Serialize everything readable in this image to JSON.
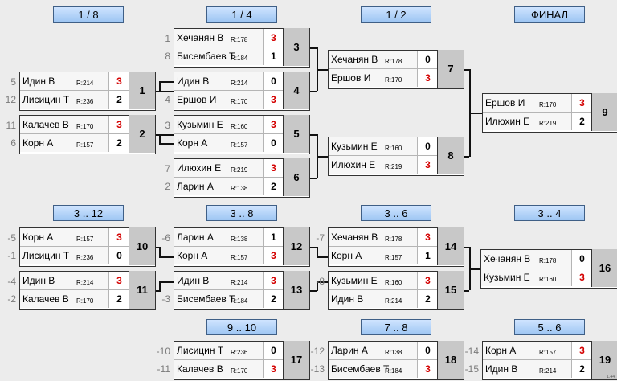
{
  "headers": [
    "1 / 8",
    "1 / 4",
    "1 / 2",
    "ФИНАЛ",
    "3 .. 12",
    "3 .. 8",
    "3 .. 6",
    "3 .. 4",
    "9 .. 10",
    "7 .. 8",
    "5 .. 6"
  ],
  "matches": [
    {
      "num": "1",
      "p1": {
        "seed": "5",
        "name": "Идин В",
        "rating": "R:214",
        "score": "3",
        "win": true
      },
      "p2": {
        "seed": "12",
        "name": "Лисицин Т",
        "rating": "R:236",
        "score": "2",
        "win": false
      }
    },
    {
      "num": "2",
      "p1": {
        "seed": "11",
        "name": "Калачев  В",
        "rating": "R:170",
        "score": "3",
        "win": true
      },
      "p2": {
        "seed": "6",
        "name": "Корн А",
        "rating": "R:157",
        "score": "2",
        "win": false
      }
    },
    {
      "num": "3",
      "p1": {
        "seed": "1",
        "name": "Хечанян В",
        "rating": "R:178",
        "score": "3",
        "win": true
      },
      "p2": {
        "seed": "8",
        "name": "Бисембаев Т",
        "rating": "R:184",
        "score": "1",
        "win": false
      }
    },
    {
      "num": "4",
      "p1": {
        "seed": "",
        "name": "Идин В",
        "rating": "R:214",
        "score": "0",
        "win": false
      },
      "p2": {
        "seed": "4",
        "name": "Ершов И",
        "rating": "R:170",
        "score": "3",
        "win": true
      }
    },
    {
      "num": "5",
      "p1": {
        "seed": "3",
        "name": "Кузьмин Е",
        "rating": "R:160",
        "score": "3",
        "win": true
      },
      "p2": {
        "seed": "",
        "name": "Корн А",
        "rating": "R:157",
        "score": "0",
        "win": false
      }
    },
    {
      "num": "6",
      "p1": {
        "seed": "7",
        "name": "Илюхин Е",
        "rating": "R:219",
        "score": "3",
        "win": true
      },
      "p2": {
        "seed": "2",
        "name": "Ларин А",
        "rating": "R:138",
        "score": "2",
        "win": false
      }
    },
    {
      "num": "7",
      "p1": {
        "seed": "",
        "name": "Хечанян В",
        "rating": "R:178",
        "score": "0",
        "win": false
      },
      "p2": {
        "seed": "",
        "name": "Ершов И",
        "rating": "R:170",
        "score": "3",
        "win": true
      }
    },
    {
      "num": "8",
      "p1": {
        "seed": "",
        "name": "Кузьмин Е",
        "rating": "R:160",
        "score": "0",
        "win": false
      },
      "p2": {
        "seed": "",
        "name": "Илюхин Е",
        "rating": "R:219",
        "score": "3",
        "win": true
      }
    },
    {
      "num": "9",
      "p1": {
        "seed": "",
        "name": "Ершов И",
        "rating": "R:170",
        "score": "3",
        "win": true
      },
      "p2": {
        "seed": "",
        "name": "Илюхин Е",
        "rating": "R:219",
        "score": "2",
        "win": false
      }
    },
    {
      "num": "10",
      "p1": {
        "seed": "-5",
        "name": "Корн А",
        "rating": "R:157",
        "score": "3",
        "win": true
      },
      "p2": {
        "seed": "-1",
        "name": "Лисицин Т",
        "rating": "R:236",
        "score": "0",
        "win": false
      }
    },
    {
      "num": "11",
      "p1": {
        "seed": "-4",
        "name": "Идин В",
        "rating": "R:214",
        "score": "3",
        "win": true
      },
      "p2": {
        "seed": "-2",
        "name": "Калачев  В",
        "rating": "R:170",
        "score": "2",
        "win": false
      }
    },
    {
      "num": "12",
      "p1": {
        "seed": "-6",
        "name": "Ларин А",
        "rating": "R:138",
        "score": "1",
        "win": false
      },
      "p2": {
        "seed": "",
        "name": "Корн А",
        "rating": "R:157",
        "score": "3",
        "win": true
      }
    },
    {
      "num": "13",
      "p1": {
        "seed": "",
        "name": "Идин В",
        "rating": "R:214",
        "score": "3",
        "win": true
      },
      "p2": {
        "seed": "-3",
        "name": "Бисембаев Т",
        "rating": "R:184",
        "score": "2",
        "win": false
      }
    },
    {
      "num": "14",
      "p1": {
        "seed": "-7",
        "name": "Хечанян В",
        "rating": "R:178",
        "score": "3",
        "win": true
      },
      "p2": {
        "seed": "",
        "name": "Корн А",
        "rating": "R:157",
        "score": "1",
        "win": false
      }
    },
    {
      "num": "15",
      "p1": {
        "seed": "-8",
        "name": "Кузьмин Е",
        "rating": "R:160",
        "score": "3",
        "win": true
      },
      "p2": {
        "seed": "",
        "name": "Идин В",
        "rating": "R:214",
        "score": "2",
        "win": false
      }
    },
    {
      "num": "16",
      "p1": {
        "seed": "",
        "name": "Хечанян В",
        "rating": "R:178",
        "score": "0",
        "win": false
      },
      "p2": {
        "seed": "",
        "name": "Кузьмин Е",
        "rating": "R:160",
        "score": "3",
        "win": true
      }
    },
    {
      "num": "17",
      "p1": {
        "seed": "-10",
        "name": "Лисицин Т",
        "rating": "R:236",
        "score": "0",
        "win": false
      },
      "p2": {
        "seed": "-11",
        "name": "Калачев  В",
        "rating": "R:170",
        "score": "3",
        "win": true
      }
    },
    {
      "num": "18",
      "p1": {
        "seed": "-12",
        "name": "Ларин А",
        "rating": "R:138",
        "score": "0",
        "win": false
      },
      "p2": {
        "seed": "-13",
        "name": "Бисембаев Т",
        "rating": "R:184",
        "score": "3",
        "win": true
      }
    },
    {
      "num": "19",
      "p1": {
        "seed": "-14",
        "name": "Корн А",
        "rating": "R:157",
        "score": "3",
        "win": true
      },
      "p2": {
        "seed": "-15",
        "name": "Идин В",
        "rating": "R:214",
        "score": "2",
        "win": false
      }
    }
  ],
  "version": "1.44",
  "colors": {
    "win_score": "#d40000",
    "header_top": "#cfe4ff",
    "header_bottom": "#9ec6f3",
    "match_number_bg": "#c8c8c8"
  }
}
